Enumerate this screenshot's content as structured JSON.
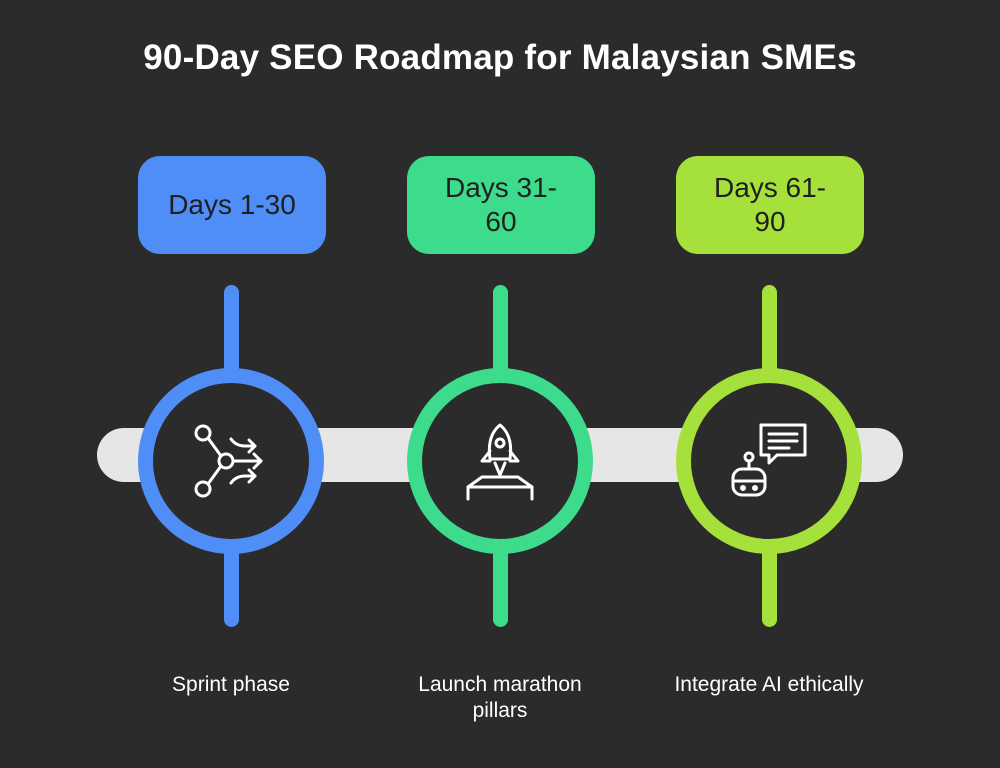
{
  "title": "90-Day SEO Roadmap for Malaysian SMEs",
  "phases": [
    {
      "label": "Days 1-30",
      "caption": "Sprint phase",
      "icon": "branching-arrows-icon",
      "color": "#4f8ef7"
    },
    {
      "label": "Days 31-60",
      "caption": "Launch marathon pillars",
      "icon": "rocket-launch-icon",
      "color": "#3ddc8c"
    },
    {
      "label": "Days 61-90",
      "caption": "Integrate AI ethically",
      "icon": "robot-chat-icon",
      "color": "#a6e03a"
    }
  ]
}
